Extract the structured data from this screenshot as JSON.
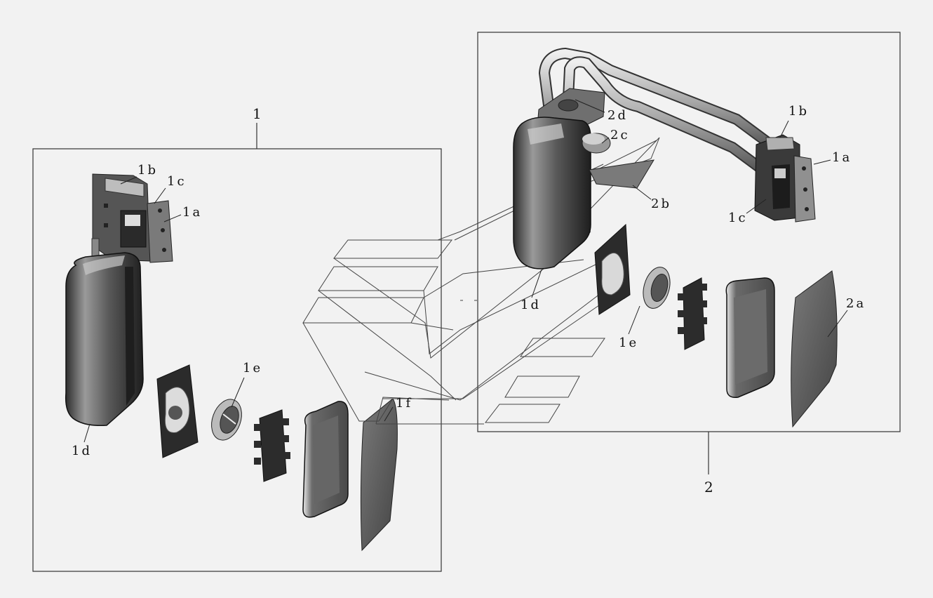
{
  "groups": [
    {
      "id": "1",
      "label": "1"
    },
    {
      "id": "2",
      "label": "2"
    }
  ],
  "callouts": {
    "g1": {
      "l1b": "1b",
      "l1c": "1c",
      "l1a": "1a",
      "l1d": "1d",
      "l1e": "1e",
      "l1f": "1f"
    },
    "g2": {
      "l2d": "2d",
      "l1b": "1b",
      "l2c": "2c",
      "l1a": "1a",
      "l2b": "2b",
      "l1c": "1c",
      "l1d": "1d",
      "l1e": "1e",
      "l2a": "2a"
    }
  },
  "colors": {
    "background": "#f2f2f2",
    "line": "#333333",
    "part_dark": "#3a3a3a",
    "part_mid": "#8a8a8a",
    "part_light": "#cfcfcf"
  }
}
